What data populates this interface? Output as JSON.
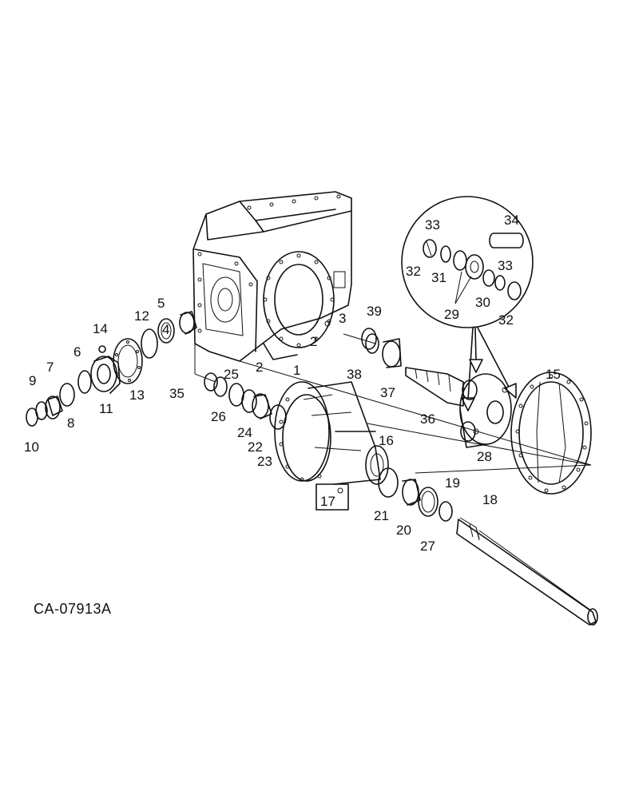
{
  "diagram": {
    "catalog_number": "CA-07913A",
    "part_labels": [
      "1",
      "2",
      "3",
      "4",
      "5",
      "6",
      "7",
      "8",
      "9",
      "10",
      "11",
      "12",
      "13",
      "14",
      "15",
      "16",
      "17",
      "18",
      "19",
      "20",
      "21",
      "22",
      "23",
      "24",
      "25",
      "26",
      "27",
      "28",
      "29",
      "30",
      "31",
      "32",
      "33",
      "34",
      "35",
      "36",
      "37",
      "38",
      "39"
    ]
  }
}
